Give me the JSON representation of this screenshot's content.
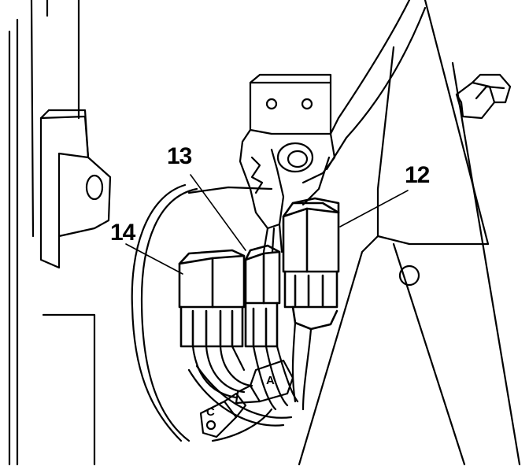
{
  "callouts": {
    "relay_12": "12",
    "relay_13": "13",
    "relay_14": "14"
  },
  "connector_labels": {
    "a": "A",
    "c": "C"
  },
  "colors": {
    "ink": "#000000",
    "paper": "#ffffff"
  }
}
